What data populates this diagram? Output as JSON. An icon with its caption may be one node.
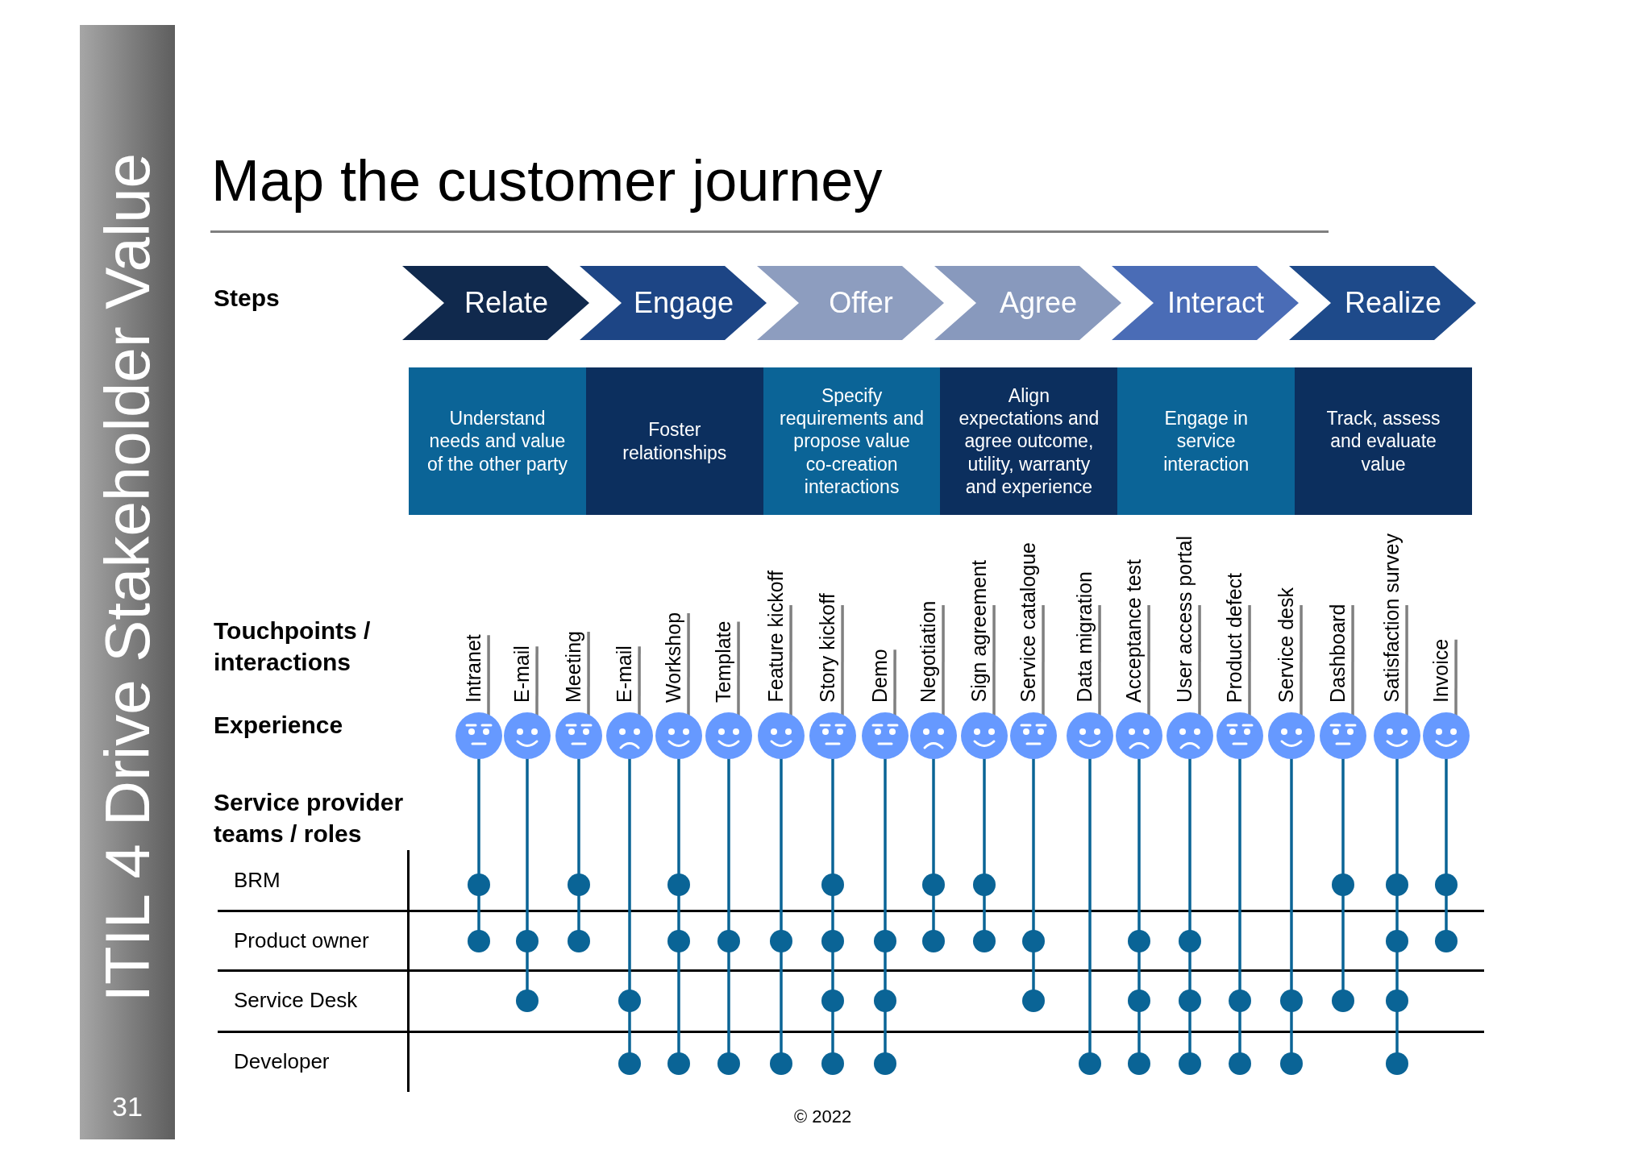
{
  "diagram": {
    "title": "Map the customer journey",
    "nodes": [
      {
        "text": [
          "ITIL 4 Drive Stakeholder Value",
          "31"
        ]
      },
      {
        "text": [
          "Relate"
        ]
      },
      {
        "text": [
          "Engage"
        ]
      },
      {
        "text": [
          "Offer"
        ]
      },
      {
        "text": [
          "Agree"
        ]
      },
      {
        "text": [
          "Interact"
        ]
      },
      {
        "text": [
          "Realize"
        ]
      },
      {
        "text": [
          "Understand needs and value of the other party"
        ]
      },
      {
        "text": [
          "Foster relationships"
        ]
      },
      {
        "text": [
          "Specify requirements and propose value co-creation interactions"
        ]
      },
      {
        "text": [
          "Align expectations and agree outcome, utility, warranty and experience"
        ]
      },
      {
        "text": [
          "Engage in service interaction"
        ]
      },
      {
        "text": [
          "Track, assess and evaluate value"
        ]
      },
      {
        "text": [
          "Intranet"
        ]
      },
      {
        "text": [
          "E-mail"
        ]
      },
      {
        "text": [
          "Meeting"
        ]
      },
      {
        "text": [
          "E-mail"
        ]
      },
      {
        "text": [
          "Workshop"
        ]
      },
      {
        "text": [
          "Template"
        ]
      },
      {
        "text": [
          "Feature kickoff"
        ]
      },
      {
        "text": [
          "Story kickoff"
        ]
      },
      {
        "text": [
          "Demo"
        ]
      },
      {
        "text": [
          "Negotiation"
        ]
      },
      {
        "text": [
          "Sign agreement"
        ]
      },
      {
        "text": [
          "Service catalogue"
        ]
      },
      {
        "text": [
          "Data migration"
        ]
      },
      {
        "text": [
          "Acceptance test"
        ]
      },
      {
        "text": [
          "User access portal"
        ]
      },
      {
        "text": [
          "Product defect"
        ]
      },
      {
        "text": [
          "Service desk"
        ]
      },
      {
        "text": [
          "Dashboard"
        ]
      },
      {
        "text": [
          "Satisfaction survey"
        ]
      },
      {
        "text": [
          "Invoice"
        ]
      },
      {
        "text": [],
        "shape": "neutral-face"
      },
      {
        "text": [],
        "shape": "happy-face"
      },
      {
        "text": [],
        "shape": "neutral-face"
      },
      {
        "text": [],
        "shape": "sad-face"
      },
      {
        "text": [],
        "shape": "happy-face"
      },
      {
        "text": [],
        "shape": "happy-face"
      },
      {
        "text": [],
        "shape": "happy-face"
      },
      {
        "text": [],
        "shape": "neutral-face"
      },
      {
        "text": [],
        "shape": "neutral-face"
      },
      {
        "text": [],
        "shape": "sad-face"
      },
      {
        "text": [],
        "shape": "happy-face"
      },
      {
        "text": [],
        "shape": "neutral-face"
      },
      {
        "text": [],
        "shape": "happy-face"
      },
      {
        "text": [],
        "shape": "sad-face"
      },
      {
        "text": [],
        "shape": "sad-face"
      },
      {
        "text": [],
        "shape": "neutral-face"
      },
      {
        "text": [],
        "shape": "happy-face"
      },
      {
        "text": [],
        "shape": "neutral-face"
      },
      {
        "text": [],
        "shape": "happy-face"
      },
      {
        "text": [],
        "shape": "happy-face"
      },
      {
        "text": [],
        "shape": "circle"
      },
      {
        "text": [],
        "shape": "circle"
      },
      {
        "text": [],
        "shape": "circle"
      },
      {
        "text": [],
        "shape": "circle"
      },
      {
        "text": [],
        "shape": "circle"
      },
      {
        "text": [],
        "shape": "circle"
      },
      {
        "text": [],
        "shape": "circle"
      },
      {
        "text": [],
        "shape": "circle"
      },
      {
        "text": [],
        "shape": "circle"
      },
      {
        "text": [],
        "shape": "circle"
      },
      {
        "text": [],
        "shape": "circle"
      },
      {
        "text": [],
        "shape": "circle"
      },
      {
        "text": [],
        "shape": "circle"
      },
      {
        "text": [],
        "shape": "circle"
      },
      {
        "text": [],
        "shape": "circle"
      },
      {
        "text": [],
        "shape": "circle"
      },
      {
        "text": [],
        "shape": "circle"
      },
      {
        "text": [],
        "shape": "circle"
      },
      {
        "text": [],
        "shape": "circle"
      },
      {
        "text": [],
        "shape": "circle"
      },
      {
        "text": [],
        "shape": "circle"
      },
      {
        "text": [],
        "shape": "circle"
      },
      {
        "text": [],
        "shape": "circle"
      },
      {
        "text": [],
        "shape": "circle"
      },
      {
        "text": [],
        "shape": "circle"
      },
      {
        "text": [],
        "shape": "circle"
      },
      {
        "text": [],
        "shape": "circle"
      },
      {
        "text": [],
        "shape": "circle"
      },
      {
        "text": [],
        "shape": "circle"
      },
      {
        "text": [],
        "shape": "circle"
      },
      {
        "text": [],
        "shape": "circle"
      },
      {
        "text": [],
        "shape": "circle"
      },
      {
        "text": [],
        "shape": "circle"
      },
      {
        "text": [],
        "shape": "circle"
      },
      {
        "text": [],
        "shape": "circle"
      },
      {
        "text": [],
        "shape": "circle"
      },
      {
        "text": [],
        "shape": "circle"
      },
      {
        "text": [],
        "shape": "circle"
      },
      {
        "text": [],
        "shape": "circle"
      },
      {
        "text": [],
        "shape": "circle"
      },
      {
        "text": [],
        "shape": "circle"
      },
      {
        "text": [],
        "shape": "circle"
      },
      {
        "text": [],
        "shape": "circle"
      },
      {
        "text": [],
        "shape": "circle"
      },
      {
        "text": [],
        "shape": "circle"
      },
      {
        "text": [],
        "shape": "circle"
      },
      {
        "text": [],
        "shape": "circle"
      }
    ],
    "edges": [
      {
        "from": 13,
        "to": 33,
        "arrow": "none",
        "color": "#808080"
      },
      {
        "from": 14,
        "to": 34,
        "arrow": "none",
        "color": "#808080"
      },
      {
        "from": 15,
        "to": 35,
        "arrow": "none",
        "color": "#808080"
      },
      {
        "from": 16,
        "to": 36,
        "arrow": "none",
        "color": "#808080"
      },
      {
        "from": 17,
        "to": 37,
        "arrow": "none",
        "color": "#808080"
      },
      {
        "from": 18,
        "to": 38,
        "arrow": "none",
        "color": "#808080"
      },
      {
        "from": 19,
        "to": 39,
        "arrow": "none",
        "color": "#808080"
      },
      {
        "from": 20,
        "to": 40,
        "arrow": "none",
        "color": "#808080"
      },
      {
        "from": 21,
        "to": 41,
        "arrow": "none",
        "color": "#808080"
      },
      {
        "from": 22,
        "to": 42,
        "arrow": "none",
        "color": "#808080"
      },
      {
        "from": 23,
        "to": 43,
        "arrow": "none",
        "color": "#808080"
      },
      {
        "from": 24,
        "to": 44,
        "arrow": "none",
        "color": "#808080"
      },
      {
        "from": 25,
        "to": 45,
        "arrow": "none",
        "color": "#808080"
      },
      {
        "from": 26,
        "to": 46,
        "arrow": "none",
        "color": "#808080"
      },
      {
        "from": 27,
        "to": 47,
        "arrow": "none",
        "color": "#808080"
      },
      {
        "from": 28,
        "to": 48,
        "arrow": "none",
        "color": "#808080"
      },
      {
        "from": 29,
        "to": 49,
        "arrow": "none",
        "color": "#808080"
      },
      {
        "from": 30,
        "to": 50,
        "arrow": "none",
        "color": "#808080"
      },
      {
        "from": 31,
        "to": 51,
        "arrow": "none",
        "color": "#808080"
      },
      {
        "from": 32,
        "to": 52,
        "arrow": "none",
        "color": "#808080"
      },
      {
        "from": 33,
        "to": 53,
        "arrow": "none"
      },
      {
        "from": 53,
        "to": 54,
        "arrow": "none"
      },
      {
        "from": 34,
        "to": 55,
        "arrow": "none"
      },
      {
        "from": 55,
        "to": 56,
        "arrow": "none"
      },
      {
        "from": 35,
        "to": 57,
        "arrow": "none"
      },
      {
        "from": 57,
        "to": 58,
        "arrow": "none"
      },
      {
        "from": 36,
        "to": 59,
        "arrow": "none"
      },
      {
        "from": 59,
        "to": 60,
        "arrow": "none"
      },
      {
        "from": 37,
        "to": 61,
        "arrow": "none"
      },
      {
        "from": 61,
        "to": 62,
        "arrow": "none"
      },
      {
        "from": 62,
        "to": 63,
        "arrow": "none"
      },
      {
        "from": 38,
        "to": 64,
        "arrow": "none"
      },
      {
        "from": 64,
        "to": 65,
        "arrow": "none"
      },
      {
        "from": 39,
        "to": 66,
        "arrow": "none"
      },
      {
        "from": 66,
        "to": 67,
        "arrow": "none"
      },
      {
        "from": 40,
        "to": 68,
        "arrow": "none"
      },
      {
        "from": 68,
        "to": 69,
        "arrow": "none"
      },
      {
        "from": 69,
        "to": 70,
        "arrow": "none"
      },
      {
        "from": 70,
        "to": 71,
        "arrow": "none"
      },
      {
        "from": 41,
        "to": 72,
        "arrow": "none"
      },
      {
        "from": 72,
        "to": 73,
        "arrow": "none"
      },
      {
        "from": 73,
        "to": 74,
        "arrow": "none"
      },
      {
        "from": 42,
        "to": 75,
        "arrow": "none"
      },
      {
        "from": 75,
        "to": 76,
        "arrow": "none"
      },
      {
        "from": 43,
        "to": 77,
        "arrow": "none"
      },
      {
        "from": 77,
        "to": 78,
        "arrow": "none"
      },
      {
        "from": 44,
        "to": 79,
        "arrow": "none"
      },
      {
        "from": 79,
        "to": 80,
        "arrow": "none"
      },
      {
        "from": 45,
        "to": 81,
        "arrow": "none"
      },
      {
        "from": 46,
        "to": 82,
        "arrow": "none"
      },
      {
        "from": 82,
        "to": 83,
        "arrow": "none"
      },
      {
        "from": 83,
        "to": 84,
        "arrow": "none"
      },
      {
        "from": 47,
        "to": 85,
        "arrow": "none"
      },
      {
        "from": 85,
        "to": 86,
        "arrow": "none"
      },
      {
        "from": 86,
        "to": 87,
        "arrow": "none"
      },
      {
        "from": 48,
        "to": 88,
        "arrow": "none"
      },
      {
        "from": 88,
        "to": 89,
        "arrow": "none"
      },
      {
        "from": 49,
        "to": 90,
        "arrow": "none"
      },
      {
        "from": 90,
        "to": 91,
        "arrow": "none"
      },
      {
        "from": 50,
        "to": 92,
        "arrow": "none"
      },
      {
        "from": 92,
        "to": 93,
        "arrow": "none"
      },
      {
        "from": 51,
        "to": 94,
        "arrow": "none"
      },
      {
        "from": 94,
        "to": 95,
        "arrow": "none"
      },
      {
        "from": 95,
        "to": 96,
        "arrow": "none"
      },
      {
        "from": 96,
        "to": 97,
        "arrow": "none"
      },
      {
        "from": 52,
        "to": 98,
        "arrow": "none"
      },
      {
        "from": 98,
        "to": 99,
        "arrow": "none"
      }
    ],
    "labels": [
      "Steps",
      "Touchpoints / interactions",
      "Experience",
      "Service provider teams / roles",
      "BRM",
      "Product owner",
      "Service Desk",
      "Developer",
      "© 2022"
    ]
  }
}
